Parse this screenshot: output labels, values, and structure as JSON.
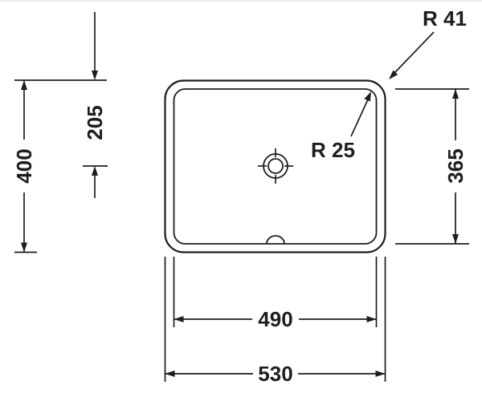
{
  "drawing": {
    "labels": {
      "radius_outer": "R 41",
      "radius_inner": "R 25",
      "top_to_drain": "205",
      "overall_depth": "400",
      "inner_depth": "365",
      "inner_width": "490",
      "overall_width": "530"
    },
    "colors": {
      "line": "#1d1d1b",
      "background": "#ffffff"
    }
  }
}
